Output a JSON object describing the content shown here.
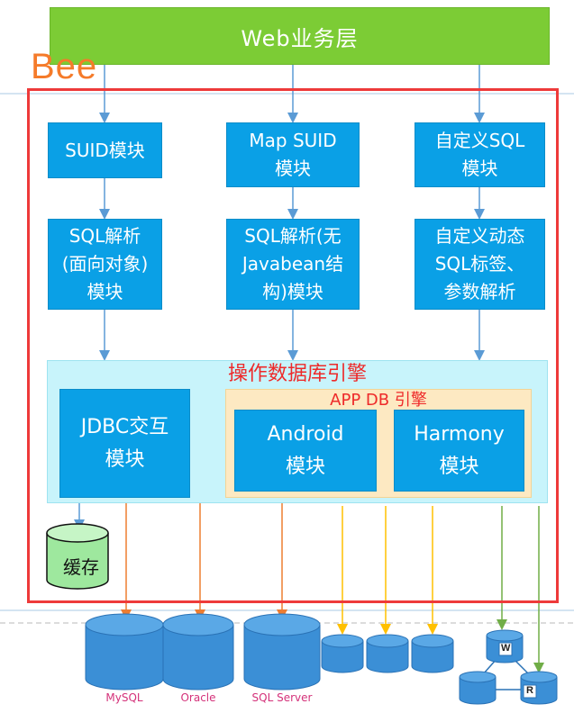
{
  "web_layer": {
    "label": "Web业务层"
  },
  "bee_label": "Bee",
  "modules": {
    "suid": "SUID模块",
    "map_suid": "Map SUID\n模块",
    "custom_sql": "自定义SQL\n模块",
    "sql_parse_oo": "SQL解析\n(面向对象)\n模块",
    "sql_parse_nobean": "SQL解析(无\nJavabean结\n构)模块",
    "custom_dynamic": "自定义动态\nSQL标签、\n参数解析"
  },
  "engine": {
    "title": "操作数据库引擎",
    "app_db_title": "APP DB 引擎",
    "jdbc": "JDBC交互\n模块",
    "android": "Android\n模块",
    "harmony": "Harmony\n模块"
  },
  "cache": {
    "label": "缓存"
  },
  "databases": {
    "mysql": "MySQL",
    "oracle": "Oracle",
    "sqlserver": "SQL Server",
    "write_node": "W",
    "read_node": "R"
  },
  "colors": {
    "green_layer": "#7ccc35",
    "module_blue": "#0aa0e6",
    "frame_red": "#ee3a3a",
    "bee_orange": "#f57b2a",
    "engine_cyan": "#c8f4fb",
    "app_db_cream": "#fde9c2",
    "arrow_blue": "#5b9bd5",
    "arrow_orange": "#ed7d31",
    "arrow_yellow": "#ffc000",
    "arrow_green": "#70ad47",
    "cache_green": "#9ee89e",
    "db_blue": "#3b8fd6"
  }
}
